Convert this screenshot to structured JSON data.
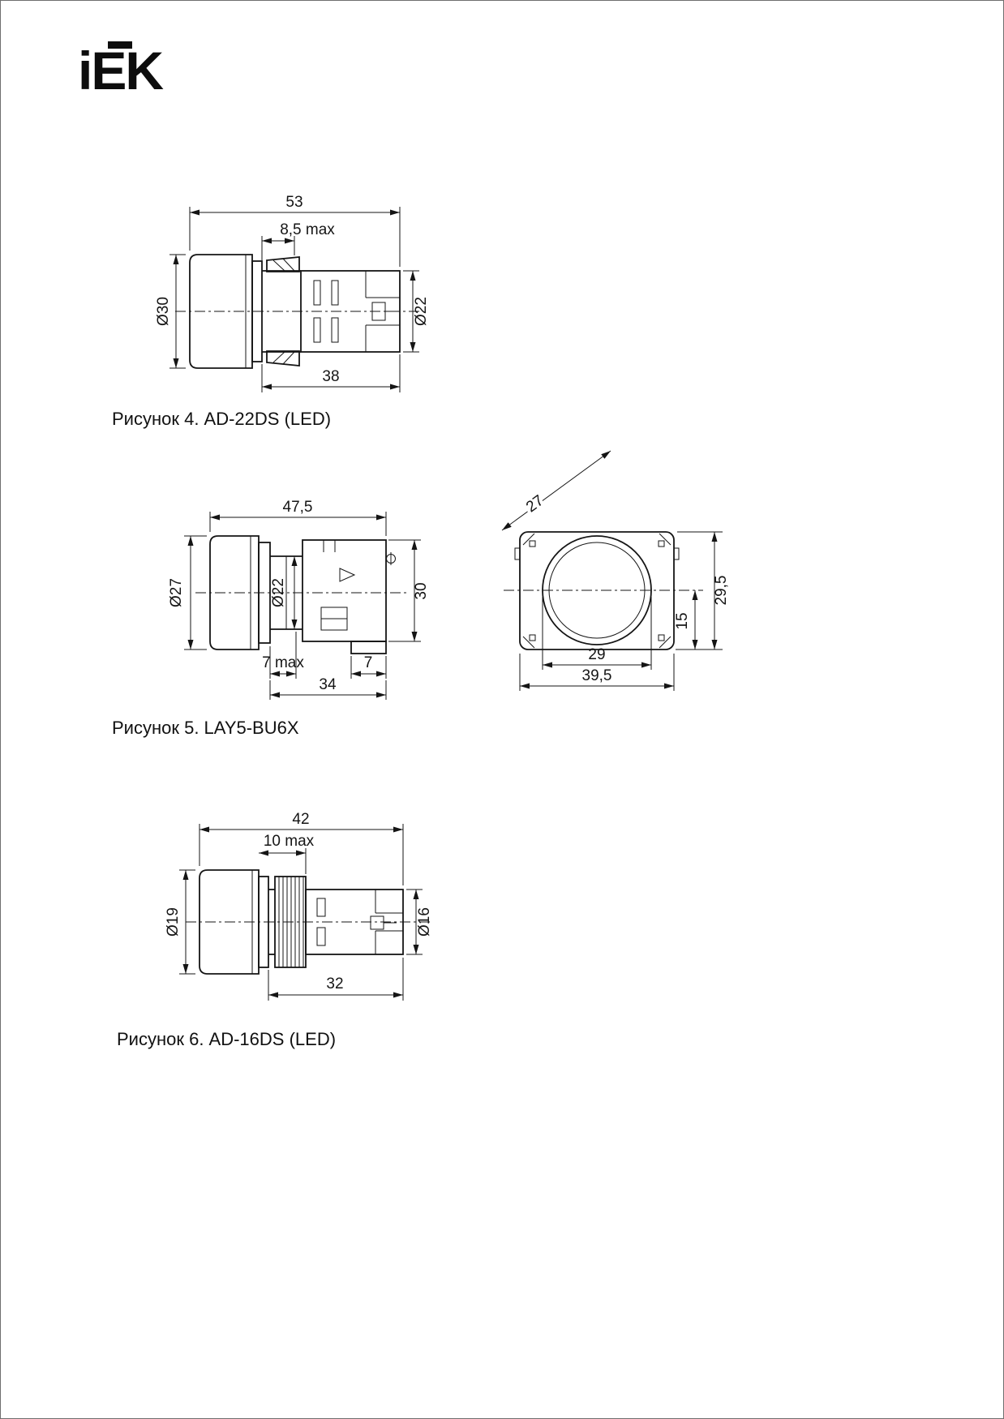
{
  "logo": {
    "text": "iEK"
  },
  "figures": [
    {
      "caption": "Рисунок 4. AD-22DS (LED)",
      "dims": {
        "total": "53",
        "panel": "8,5 max",
        "head": "Ø30",
        "body": "Ø22",
        "depth": "38"
      }
    },
    {
      "caption": "Рисунок 5. LAY5-BU6X",
      "dims": {
        "total": "47,5",
        "head": "Ø27",
        "thread": "Ø22",
        "height": "30",
        "panel": "7 max",
        "clip": "7",
        "depth": "34",
        "diag": "27",
        "hole_w": "29",
        "flange_w": "39,5",
        "flange_h": "29,5",
        "half_h": "15"
      }
    },
    {
      "caption": "Рисунок 6. AD-16DS (LED)",
      "dims": {
        "total": "42",
        "panel": "10 max",
        "head": "Ø19",
        "body": "Ø16",
        "depth": "32"
      }
    }
  ]
}
